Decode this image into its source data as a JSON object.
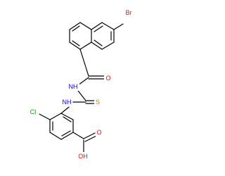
{
  "structure": {
    "atoms": {
      "br": {
        "text": "Br",
        "color": "#a52a2a"
      },
      "o_amide": {
        "text": "O",
        "color": "#ff0000"
      },
      "nh_amide": {
        "text": "NH",
        "color": "#0000ff"
      },
      "nh_thio": {
        "text": "NH",
        "color": "#0000ff"
      },
      "s": {
        "text": "S",
        "color": "#b8860b"
      },
      "cl": {
        "text": "Cl",
        "color": "#00a000"
      },
      "o_acid": {
        "text": "O",
        "color": "#ff0000"
      },
      "oh": {
        "text": "OH",
        "color": "#ff0000"
      }
    },
    "bond_color": "#000000"
  }
}
